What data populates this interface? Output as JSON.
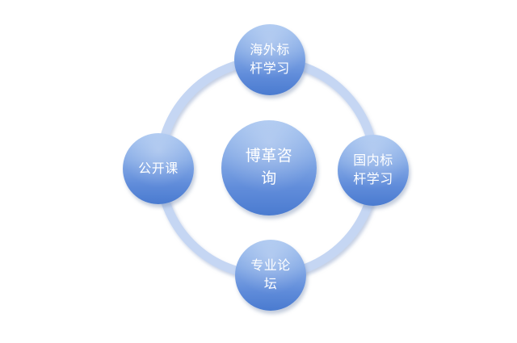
{
  "diagram": {
    "type": "cycle-diagram",
    "background_color": "#ffffff",
    "text_color": "#ffffff",
    "node_gradient_top": "#a3c2ef",
    "node_gradient_bottom": "#4a7bd0",
    "ring_color": "#c5d6f3",
    "center": {
      "label": "博革咨\n询"
    },
    "satellites": [
      {
        "position": "top",
        "label": "海外标\n杆学习"
      },
      {
        "position": "right",
        "label": "国内标\n杆学习"
      },
      {
        "position": "bottom",
        "label": "专业论\n坛"
      },
      {
        "position": "left",
        "label": "公开课"
      }
    ]
  }
}
